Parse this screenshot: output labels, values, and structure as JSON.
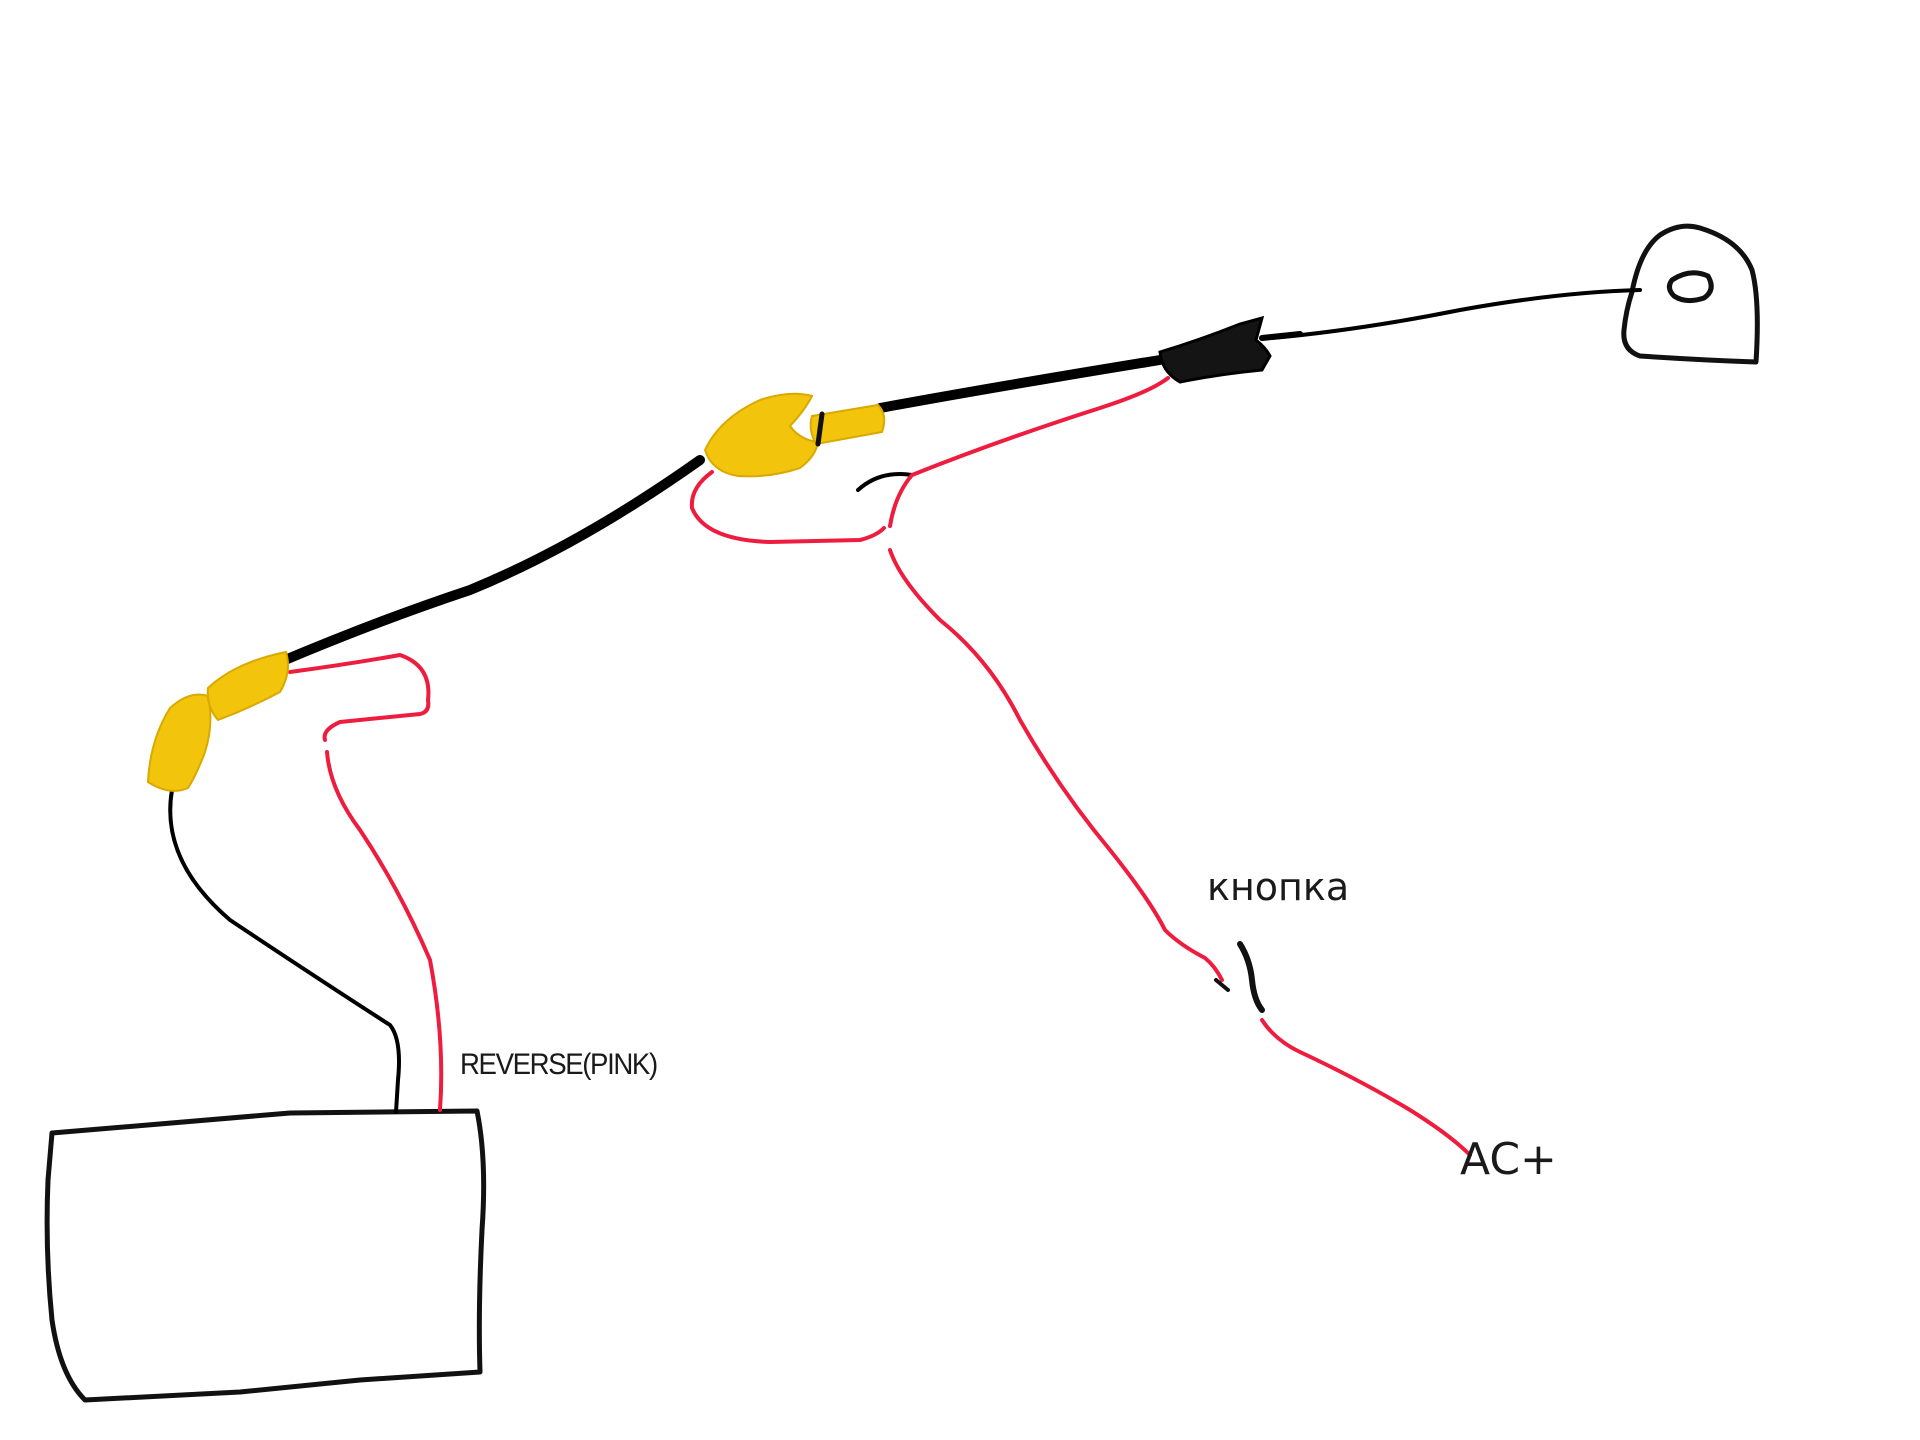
{
  "labels": {
    "reverse": "REVERSE(PINK)",
    "button": "кнопка",
    "accessory": "AC+"
  },
  "colors": {
    "background": "#ffffff",
    "wire_black": "#000000",
    "wire_red": "#ee1c3e",
    "connector_yellow": "#f2c40c",
    "outline": "#111111",
    "text": "#1a1a1a"
  },
  "icons": {
    "head_unit": "rectangle-outline",
    "camera": "camera-outline"
  }
}
